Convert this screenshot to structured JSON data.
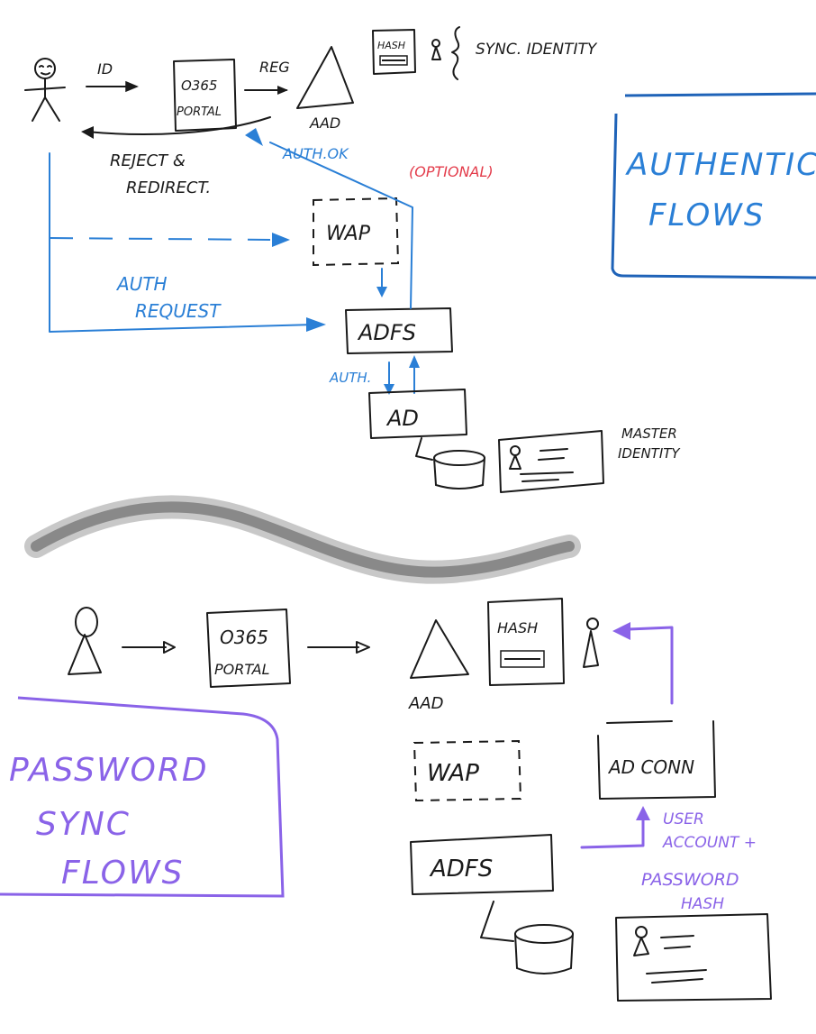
{
  "top": {
    "id_label": "ID",
    "portal_line1": "O365",
    "portal_line2": "PORTAL",
    "reg_label": "REG",
    "aad_label": "AAD",
    "hash_label": "HASH",
    "sync_identity": "SYNC. IDENTITY",
    "reject_line1": "REJECT &",
    "reject_line2": "REDIRECT.",
    "auth_ok": "AUTH.OK",
    "optional": "(OPTIONAL)",
    "wap": "WAP",
    "auth_request_line1": "AUTH",
    "auth_request_line2": "REQUEST",
    "adfs": "ADFS",
    "auth_short": "AUTH.",
    "ad": "AD",
    "master_line1": "MASTER",
    "master_line2": "IDENTITY",
    "title_line1": "AUTHENTICATION",
    "title_line2": "FLOWS"
  },
  "bottom": {
    "portal_line1": "O365",
    "portal_line2": "PORTAL",
    "aad_label": "AAD",
    "hash_label": "HASH",
    "wap": "WAP",
    "ad_conn": "AD CONN",
    "adfs": "ADFS",
    "user_line1": "USER",
    "user_line2": "ACCOUNT +",
    "pw_line1": "PASSWORD",
    "pw_line2": "HASH",
    "title_line1": "PASSWORD",
    "title_line2": "SYNC",
    "title_line3": "FLOWS"
  },
  "colors": {
    "ink": "#1a1a1a",
    "blue": "#2a7fd6",
    "red": "#e33b4a",
    "purple": "#8a63e8",
    "divider": "#6e6e6e"
  }
}
